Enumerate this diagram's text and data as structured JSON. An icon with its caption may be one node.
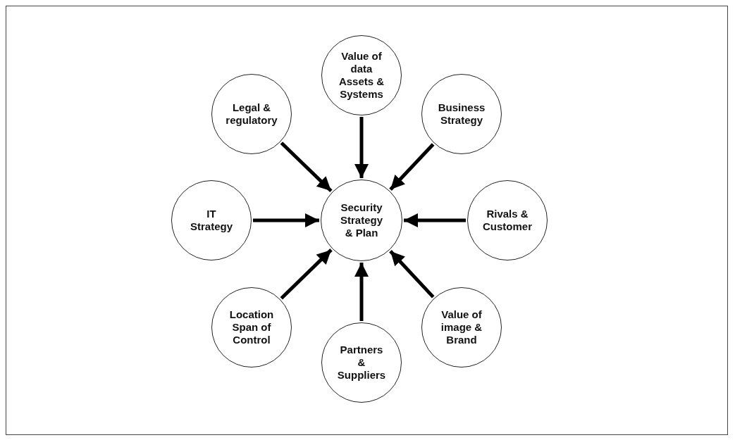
{
  "diagram": {
    "nodes": [
      {
        "text": [
          "Value of data Assets & Systems"
        ]
      },
      {
        "text": [
          "Legal & regulatory"
        ]
      },
      {
        "text": [
          "Business Strategy"
        ]
      },
      {
        "text": [
          "IT Strategy"
        ]
      },
      {
        "text": [
          "Security Strategy & Plan"
        ]
      },
      {
        "text": [
          "Rivals & Customer"
        ]
      },
      {
        "text": [
          "Location Span of Control"
        ]
      },
      {
        "text": [
          "Value of image & Brand"
        ]
      },
      {
        "text": [
          "Partners & Suppliers"
        ]
      }
    ],
    "edges": [
      {
        "from": 0,
        "to": 4,
        "arrow": "to"
      },
      {
        "from": 1,
        "to": 4,
        "arrow": "to"
      },
      {
        "from": 2,
        "to": 4,
        "arrow": "to"
      },
      {
        "from": 3,
        "to": 4,
        "arrow": "to"
      },
      {
        "from": 5,
        "to": 4,
        "arrow": "to"
      },
      {
        "from": 6,
        "to": 4,
        "arrow": "to"
      },
      {
        "from": 7,
        "to": 4,
        "arrow": "to"
      },
      {
        "from": 8,
        "to": 4,
        "arrow": "to"
      }
    ]
  }
}
